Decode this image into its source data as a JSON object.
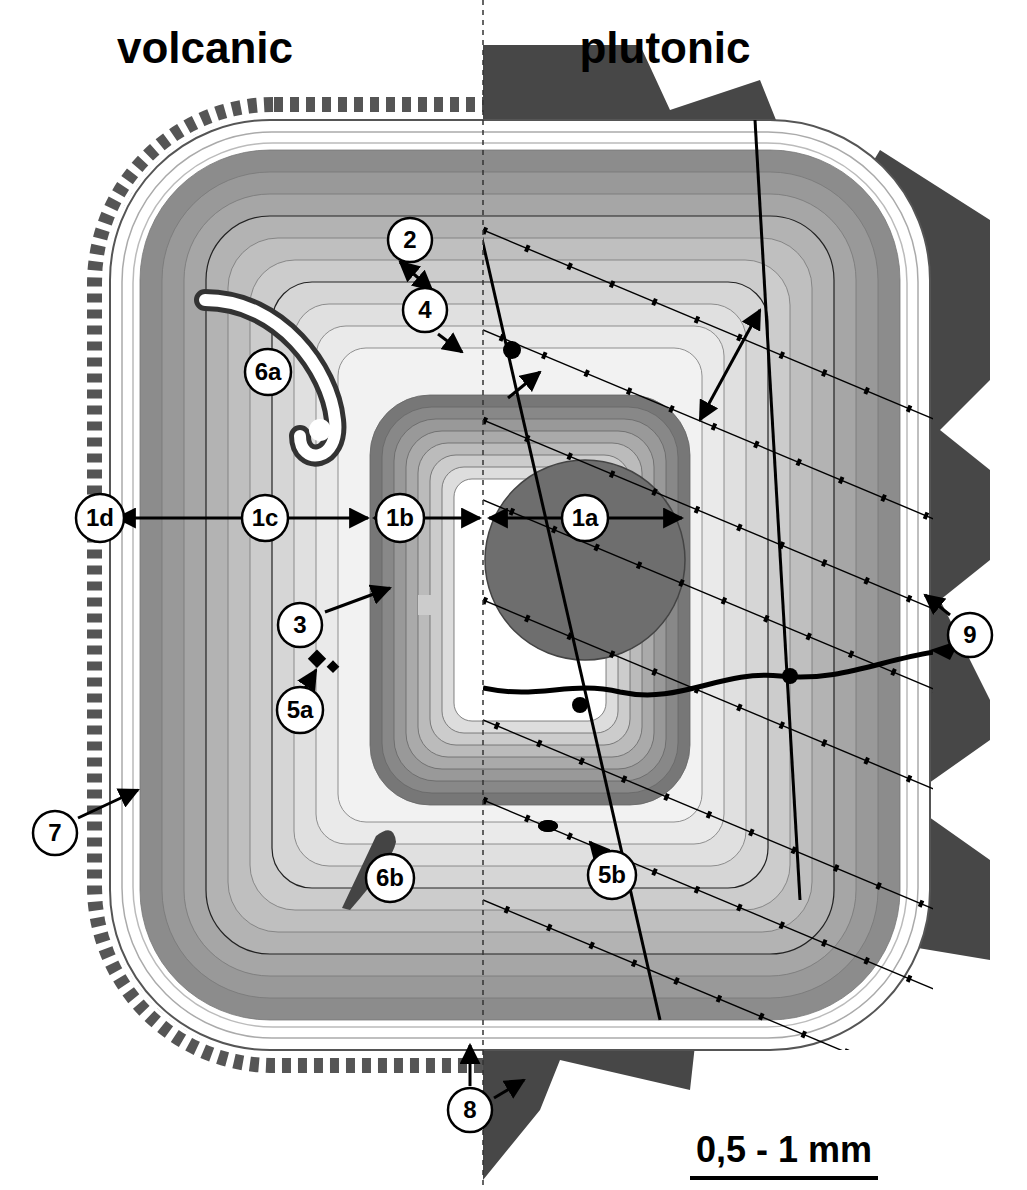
{
  "diagram": {
    "nodes": [
      {
        "text": [
          "2"
        ]
      },
      {
        "text": [
          "4"
        ]
      },
      {
        "text": [
          "6a"
        ]
      },
      {
        "text": [
          "1d"
        ]
      },
      {
        "text": [
          "1c"
        ]
      },
      {
        "text": [
          "1b"
        ]
      },
      {
        "text": [
          "1a"
        ]
      },
      {
        "text": [
          "3"
        ]
      },
      {
        "text": [
          "9"
        ]
      },
      {
        "text": [
          "5a"
        ]
      },
      {
        "text": [
          "7"
        ]
      },
      {
        "text": [
          "6b"
        ]
      },
      {
        "text": [
          "5b"
        ]
      },
      {
        "text": [
          "8"
        ]
      }
    ],
    "labels": [
      "volcanic",
      "plutonic",
      "0,5 - 1 mm"
    ]
  }
}
